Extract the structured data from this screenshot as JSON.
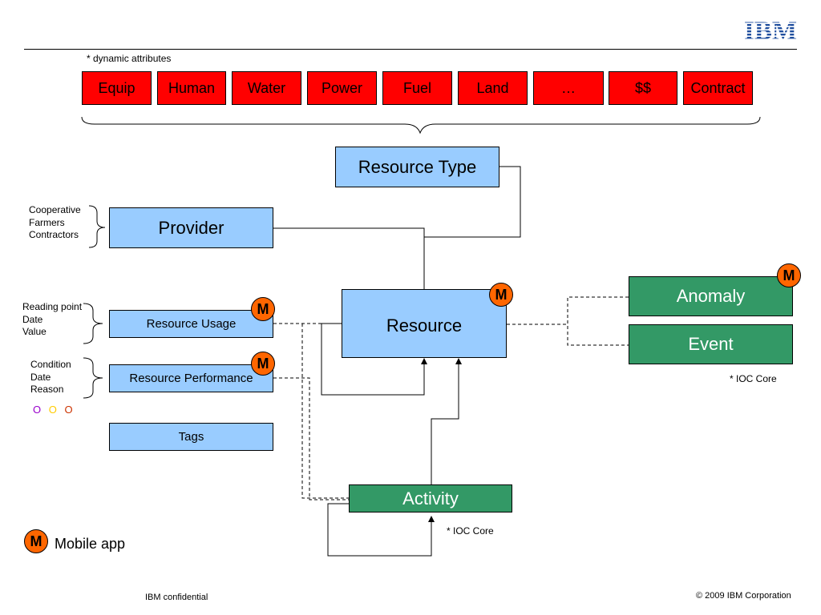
{
  "header": {
    "logo_text": "IBM",
    "note": "* dynamic attributes"
  },
  "attributes": [
    "Equip",
    "Human",
    "Water",
    "Power",
    "Fuel",
    "Land",
    "…",
    "$$",
    "Contract"
  ],
  "boxes": {
    "resource_type": "Resource Type",
    "provider": "Provider",
    "resource_usage": "Resource Usage",
    "resource_performance": "Resource Performance",
    "tags": "Tags",
    "resource": "Resource",
    "anomaly": "Anomaly",
    "event": "Event",
    "activity": "Activity"
  },
  "annotations": {
    "provider_list": [
      "Cooperative",
      "Farmers",
      "Contractors"
    ],
    "usage_list": [
      "Reading point",
      "Date",
      "Value"
    ],
    "performance_list": [
      "Condition",
      "Date",
      "Reason"
    ],
    "ioc_core_event": "* IOC Core",
    "ioc_core_activity": "* IOC Core"
  },
  "status_circles": [
    {
      "symbol": "O",
      "color": "#9900cc"
    },
    {
      "symbol": "O",
      "color": "#ffcc00"
    },
    {
      "symbol": "O",
      "color": "#cc3300"
    }
  ],
  "badge_label": "M",
  "legend": {
    "badge": "M",
    "text": "Mobile app"
  },
  "footer": {
    "left": "IBM confidential",
    "right": "© 2009 IBM Corporation"
  },
  "colors": {
    "attribute_red": "#ff0000",
    "entity_blue": "#99ccff",
    "core_green": "#339966",
    "badge_orange": "#ff6600"
  }
}
